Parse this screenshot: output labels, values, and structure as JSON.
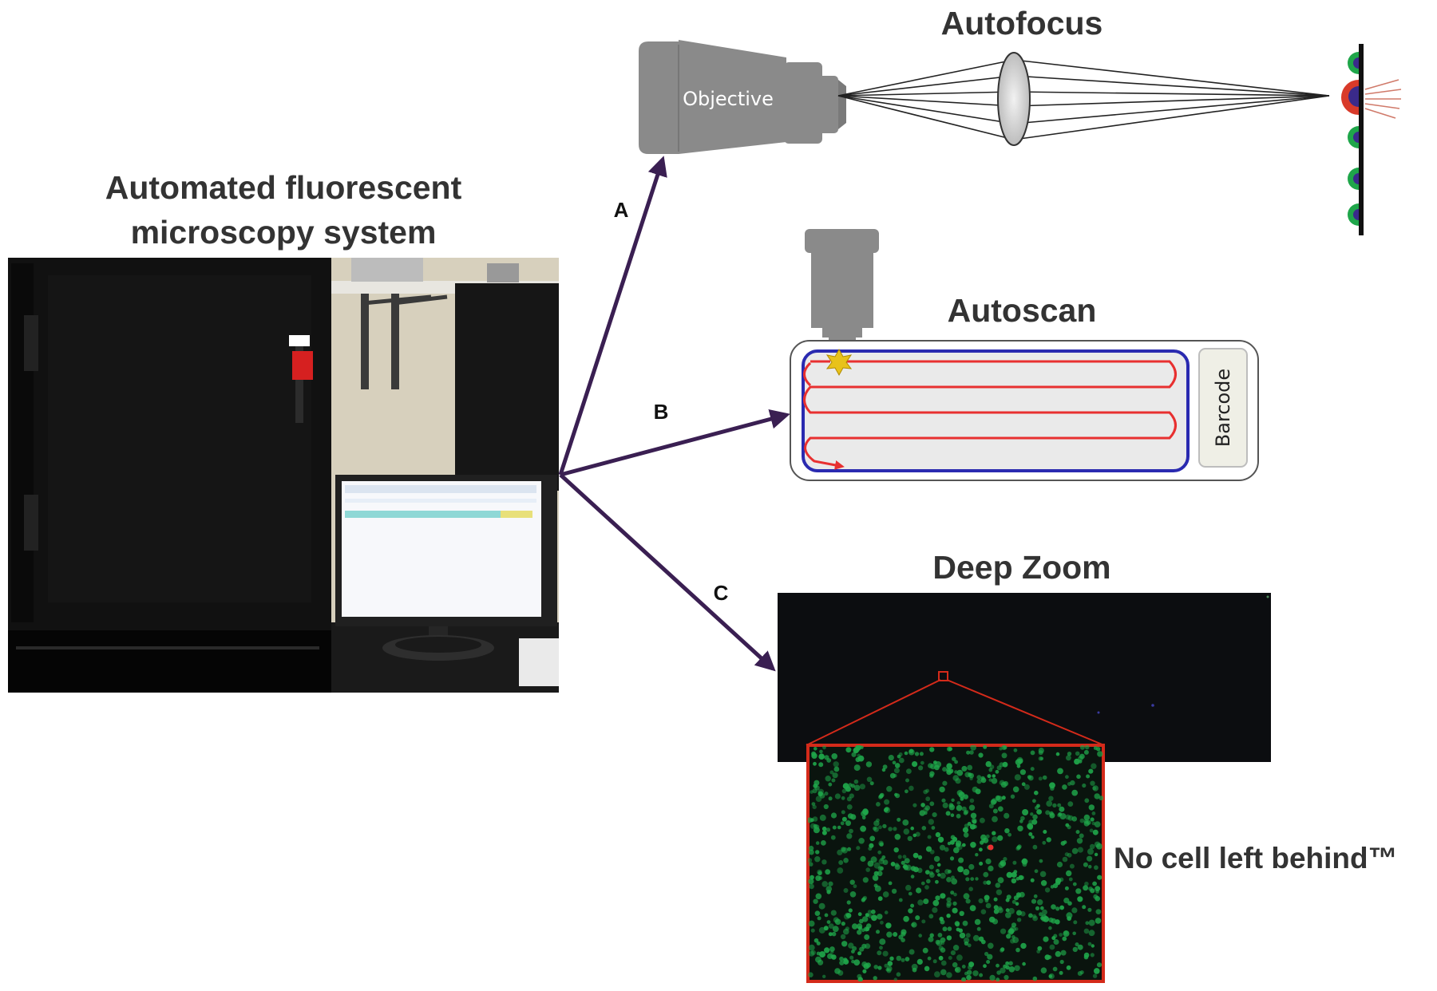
{
  "system": {
    "title_line1": "Automated fluorescent",
    "title_line2": "microscopy system"
  },
  "branches": {
    "a": {
      "letter": "A",
      "title": "Autofocus",
      "objective_label": "Objective"
    },
    "b": {
      "letter": "B",
      "title": "Autoscan",
      "slide_label": "Barcode"
    },
    "c": {
      "letter": "C",
      "title": "Deep Zoom",
      "tagline": "No cell left behind™"
    }
  },
  "colors": {
    "arrow": "#3a1f52",
    "objective": "#8a8a8a",
    "scan_path": "#e83030",
    "slide_border": "#2a2ab0",
    "cell_green": "#1fa64a",
    "cell_nucleus": "#3a2a8a",
    "highlight_red": "#d42a1a"
  }
}
